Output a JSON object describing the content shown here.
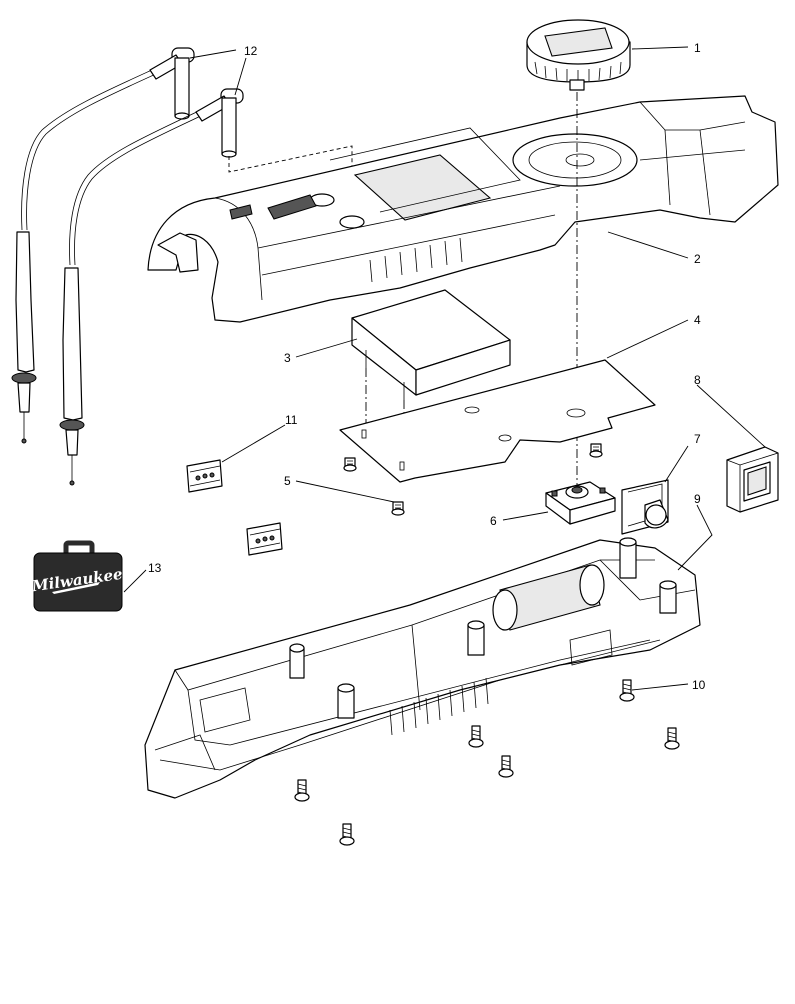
{
  "callouts": [
    {
      "key": "knob",
      "label": "1"
    },
    {
      "key": "top-housing",
      "label": "2"
    },
    {
      "key": "display-module",
      "label": "3"
    },
    {
      "key": "circuit-board",
      "label": "4"
    },
    {
      "key": "board-screw",
      "label": "5"
    },
    {
      "key": "switch-assembly",
      "label": "6"
    },
    {
      "key": "button-assembly",
      "label": "7"
    },
    {
      "key": "side-button",
      "label": "8"
    },
    {
      "key": "bottom-housing",
      "label": "9"
    },
    {
      "key": "housing-screw",
      "label": "10"
    },
    {
      "key": "clip",
      "label": "11"
    },
    {
      "key": "test-leads",
      "label": "12"
    },
    {
      "key": "carry-case",
      "label": "13"
    }
  ],
  "case_logo_text": "Milwaukee",
  "colors": {
    "line": "#000000",
    "case": "#2b2b2b",
    "background": "#ffffff"
  }
}
